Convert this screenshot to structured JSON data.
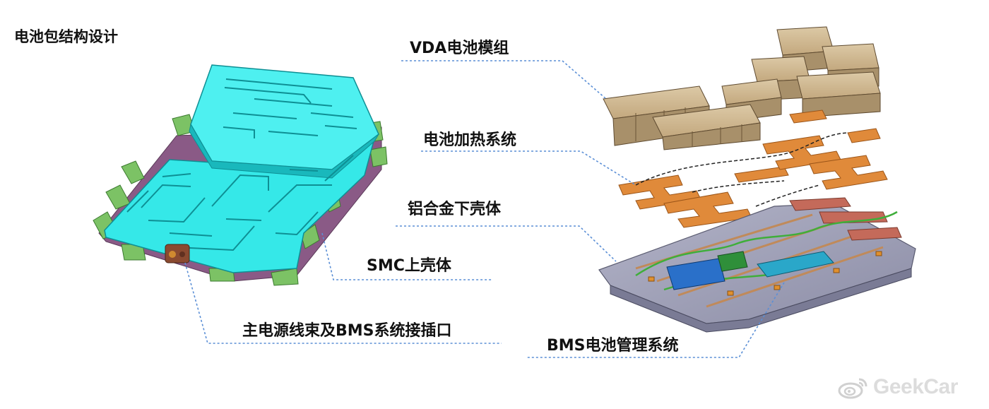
{
  "title": "电池包结构设计",
  "labels": {
    "vda_module": "VDA电池模组",
    "heating_system": "电池加热系统",
    "lower_housing": "铝合金下壳体",
    "smc_upper_housing": "SMC上壳体",
    "main_harness_port": "主电源线束及BMS系统接插口",
    "bms_system": "BMS电池管理系统"
  },
  "watermark": {
    "text": "GeekCar",
    "icon": "weibo-icon"
  },
  "colors": {
    "upper_housing": "#35e8e8",
    "upper_housing_dark": "#19b8bc",
    "mount_tabs": "#7cc265",
    "tray": "#9a9bb2",
    "modules": "#c8b08a",
    "heating_pads": "#e08a3a",
    "harness": "#3fae3a",
    "bms_board": "#2aa7c9",
    "leader_lines": "#5b8fd6"
  }
}
